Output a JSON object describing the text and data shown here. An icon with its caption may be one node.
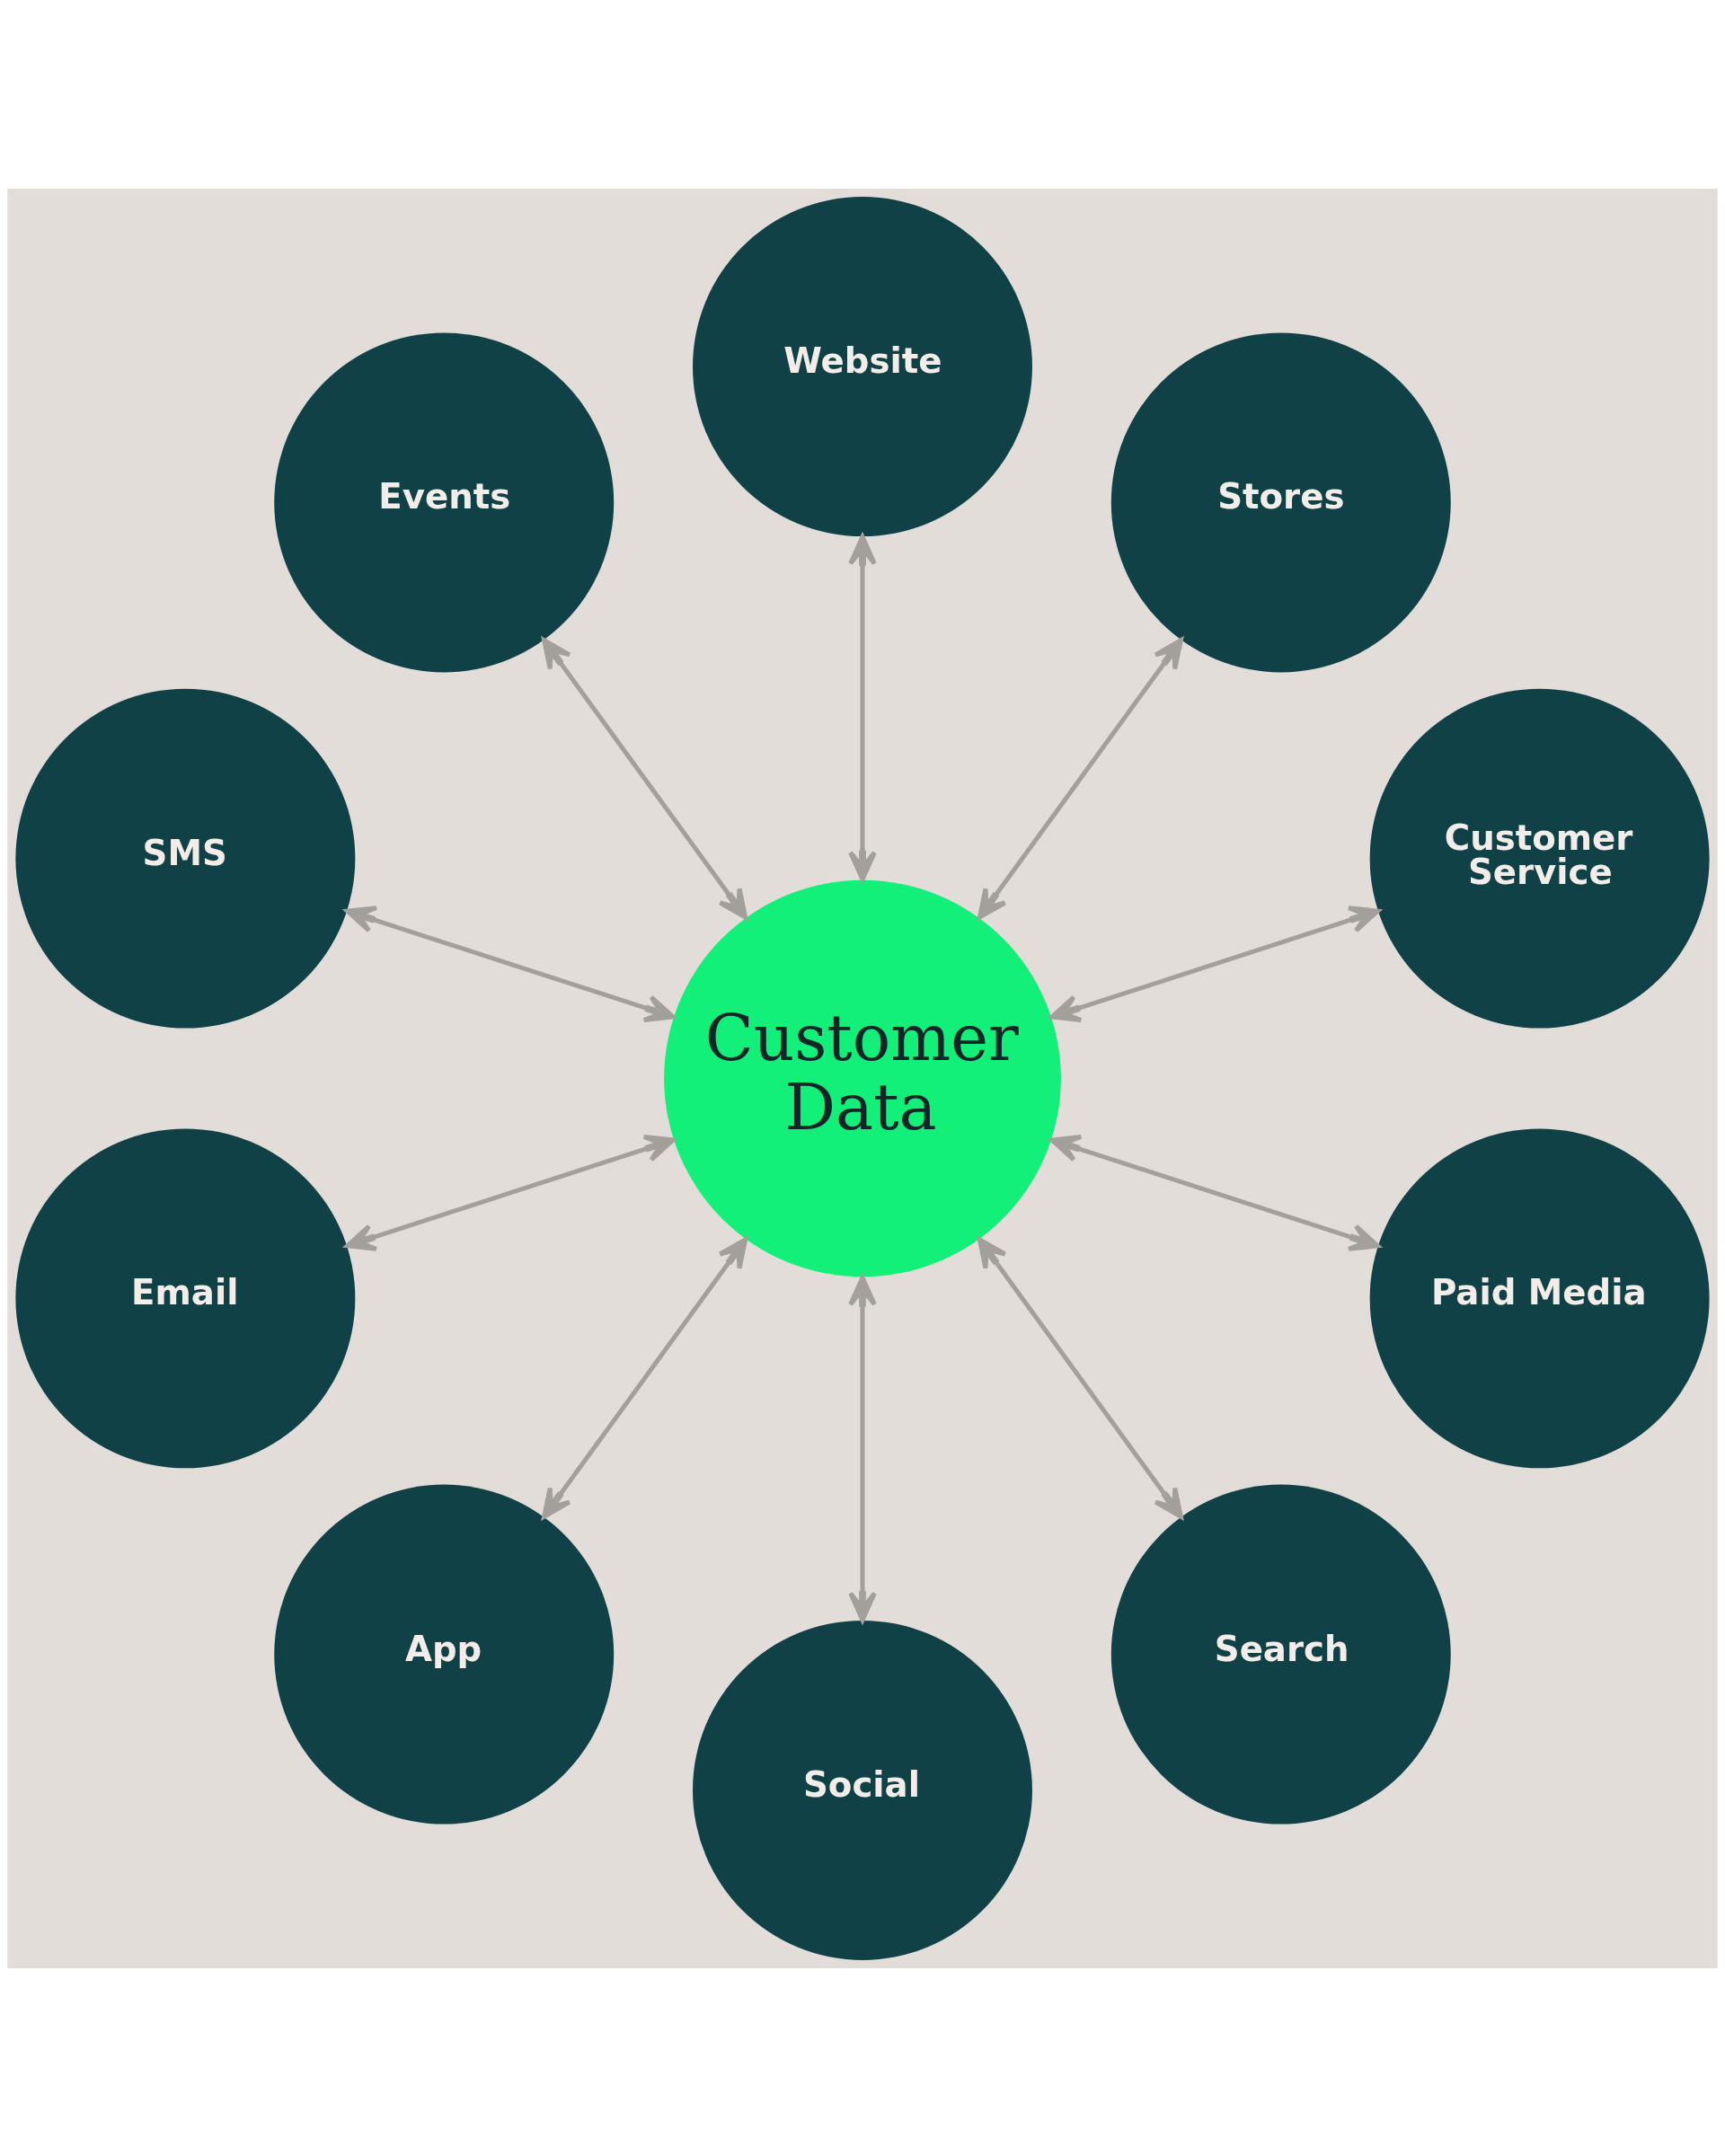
{
  "diagram": {
    "nodes": [
      {
        "text": [
          "Website"
        ]
      },
      {
        "text": [
          "Events"
        ]
      },
      {
        "text": [
          "Stores"
        ]
      },
      {
        "text": [
          "SMS"
        ]
      },
      {
        "text": [
          "Customer Service"
        ]
      },
      {
        "text": [
          "Customer Data"
        ]
      },
      {
        "text": [
          "Email"
        ]
      },
      {
        "text": [
          "Paid Media"
        ]
      },
      {
        "text": [
          "App"
        ]
      },
      {
        "text": [
          "Search"
        ]
      },
      {
        "text": [
          "Social"
        ]
      }
    ],
    "edges": [
      {
        "from": 5,
        "to": 0,
        "arrow": "both"
      },
      {
        "from": 5,
        "to": 2,
        "arrow": "both"
      },
      {
        "from": 5,
        "to": 4,
        "arrow": "both"
      },
      {
        "from": 5,
        "to": 7,
        "arrow": "both"
      },
      {
        "from": 5,
        "to": 9,
        "arrow": "both"
      },
      {
        "from": 5,
        "to": 10,
        "arrow": "both"
      },
      {
        "from": 5,
        "to": 8,
        "arrow": "both"
      },
      {
        "from": 5,
        "to": 6,
        "arrow": "both"
      },
      {
        "from": 5,
        "to": 3,
        "arrow": "both"
      },
      {
        "from": 5,
        "to": 1,
        "arrow": "both"
      }
    ]
  }
}
